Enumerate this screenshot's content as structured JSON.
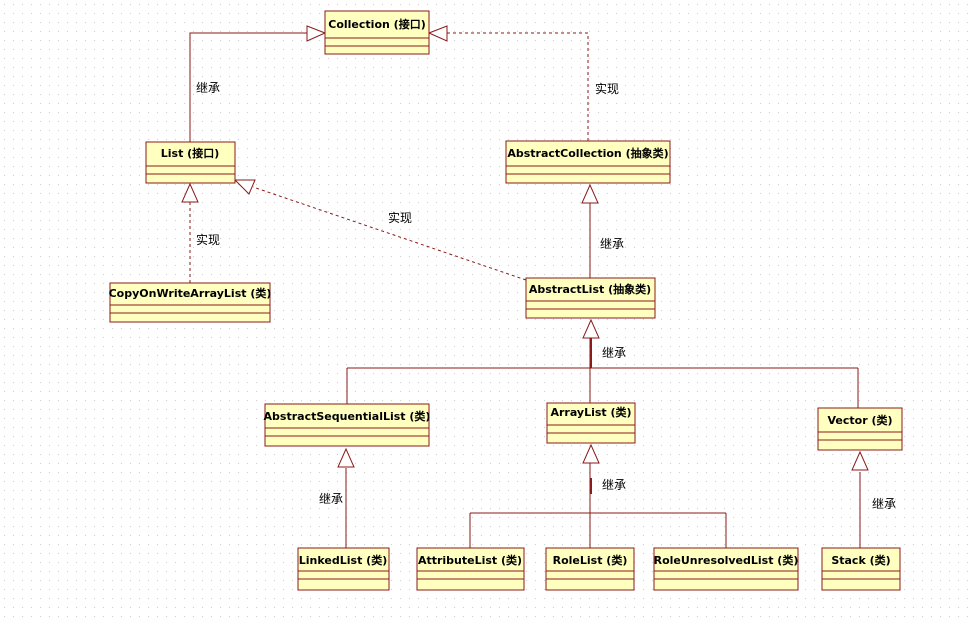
{
  "colors": {
    "box_fill": "#ffffc0",
    "box_stroke": "#8b1a1a",
    "line": "#8b1a1a",
    "text": "#000000",
    "background": "#ffffff",
    "grid_dot": "#d0d0d0"
  },
  "nodes": {
    "collection": "Collection (接口)",
    "list": "List (接口)",
    "abstract_collection": "AbstractCollection (抽象类)",
    "copy_on_write": "CopyOnWriteArrayList (类)",
    "abstract_list": "AbstractList (抽象类)",
    "abstract_sequential_list": "AbstractSequentialList (类)",
    "array_list": "ArrayList (类)",
    "vector": "Vector (类)",
    "linked_list": "LinkedList (类)",
    "attribute_list": "AttributeList (类)",
    "role_list": "RoleList (类)",
    "role_unresolved_list": "RoleUnresolvedList (类)",
    "stack": "Stack (类)"
  },
  "edge_labels": {
    "list_to_collection": "继承",
    "abstract_collection_to_collection": "实现",
    "abstract_list_to_list": "实现",
    "copy_on_write_to_list": "实现",
    "abstract_list_to_abstract_collection": "继承",
    "children_to_abstract_list": "继承",
    "linked_list_to_abstract_sequential_list": "继承",
    "children_to_array_list": "继承",
    "stack_to_vector": "继承"
  }
}
